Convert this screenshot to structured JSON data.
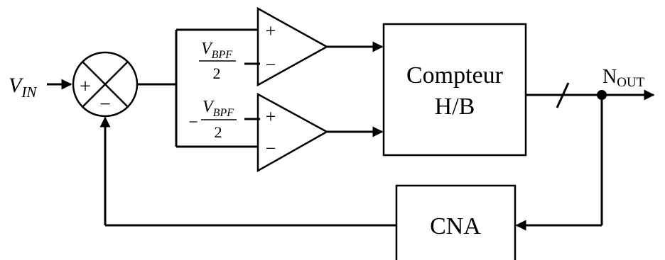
{
  "input": {
    "symbol": "V",
    "subscript": "IN"
  },
  "summer": {
    "plus": "+",
    "minus": "−"
  },
  "comparator_upper": {
    "plus": "+",
    "minus": "−",
    "threshold": {
      "sign": "",
      "numerator_symbol": "V",
      "numerator_subscript": "BPF",
      "denominator": "2"
    }
  },
  "comparator_lower": {
    "plus": "+",
    "minus": "−",
    "threshold": {
      "sign": "−",
      "numerator_symbol": "V",
      "numerator_subscript": "BPF",
      "denominator": "2"
    }
  },
  "counter": {
    "line1": "Compteur",
    "line2": "H/B"
  },
  "dac": {
    "label": "CNA"
  },
  "output": {
    "symbol": "N",
    "subscript": "OUT"
  }
}
